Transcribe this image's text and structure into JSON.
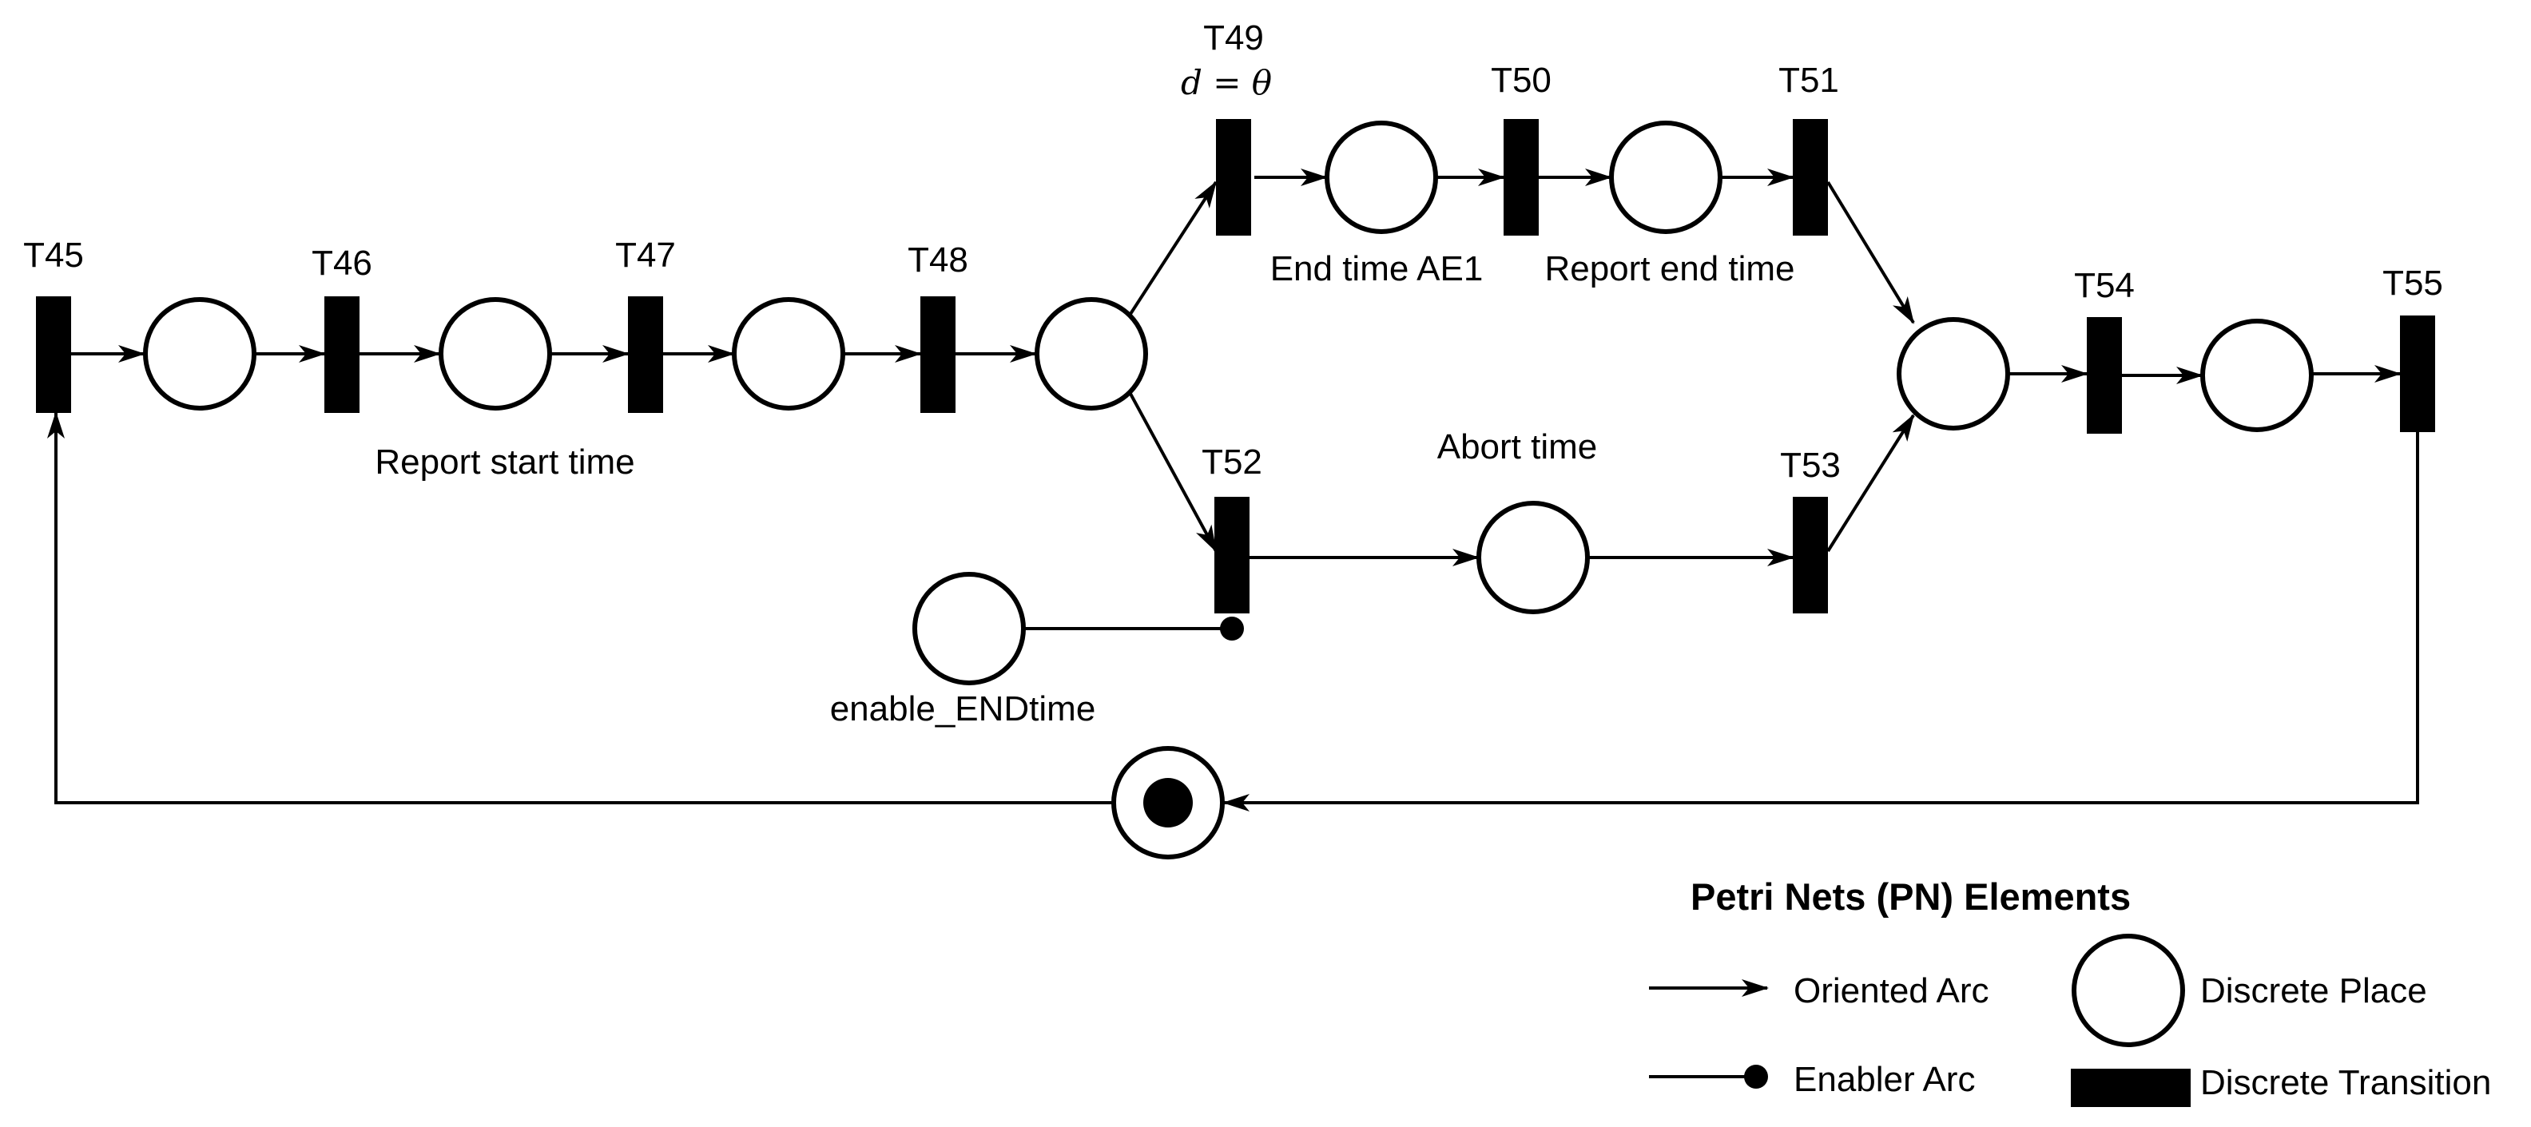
{
  "transitions": {
    "t45": "T45",
    "t46": "T46",
    "t47": "T47",
    "t48": "T48",
    "t49": "T49",
    "t50": "T50",
    "t51": "T51",
    "t52": "T52",
    "t53": "T53",
    "t54": "T54",
    "t55": "T55"
  },
  "t49_delay": "d = θ",
  "labels": {
    "report_start_time": "Report start time",
    "end_time_ae1": "End time AE1",
    "report_end_time": "Report end time",
    "abort_time": "Abort time",
    "enable_endtime": "enable_ENDtime"
  },
  "legend": {
    "title": "Petri Nets (PN) Elements",
    "oriented_arc": "Oriented Arc",
    "enabler_arc": "Enabler Arc",
    "discrete_place": "Discrete Place",
    "discrete_transition": "Discrete Transition"
  },
  "initial_marking_tokens": 1
}
